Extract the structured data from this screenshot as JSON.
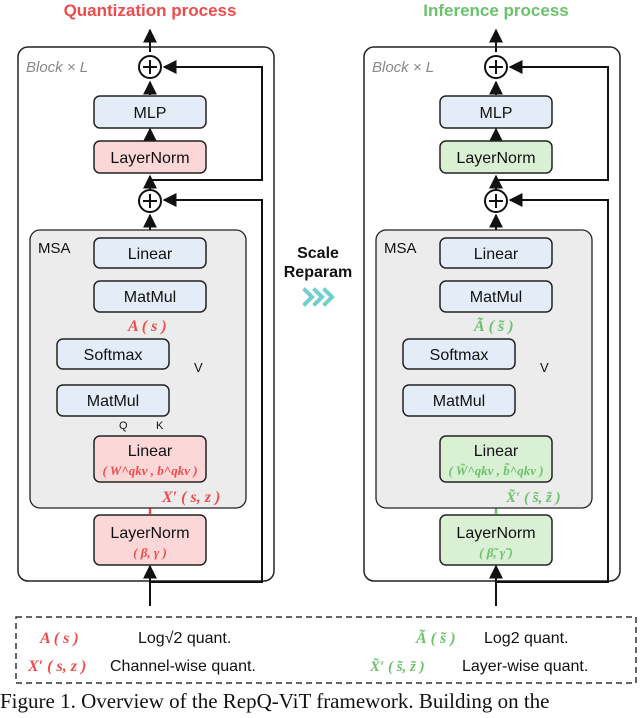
{
  "colors": {
    "red": "#ee4c4c",
    "green": "#6cc16c",
    "blue_fill": "#e4ecf8",
    "red_fill": "#fbd7d7",
    "green_fill": "#d9f0d4",
    "msa_fill": "#ececec",
    "arrow": "#111111",
    "teal": "#70d0cf"
  },
  "quantization": {
    "title": "Quantization process",
    "block_label": "Block × L",
    "mlp": "MLP",
    "layernorm": "LayerNorm",
    "msa": "MSA",
    "linear_out": "Linear",
    "matmul_top": "MatMul",
    "softmax": "Softmax",
    "matmul_bottom": "MatMul",
    "linear_qkv": "Linear",
    "linear_qkv_params": "( W^qkv , b^qkv )",
    "layernorm_in": "LayerNorm",
    "layernorm_in_params": "( β, γ )",
    "attn_quant": "A ( s )",
    "input_quant": "X′ ( s, z )",
    "q": "Q",
    "k": "K",
    "v": "V"
  },
  "inference": {
    "title": "Inference process",
    "block_label": "Block × L",
    "mlp": "MLP",
    "layernorm": "LayerNorm",
    "msa": "MSA",
    "linear_out": "Linear",
    "matmul_top": "MatMul",
    "softmax": "Softmax",
    "matmul_bottom": "MatMul",
    "linear_qkv": "Linear",
    "linear_qkv_params": "( W̃^qkv , b̃^qkv )",
    "layernorm_in": "LayerNorm",
    "layernorm_in_params": "( β̃, γ̃ )",
    "attn_quant": "Ã ( s̃ )",
    "input_quant": "X̃′ ( s̃, z̃ )",
    "v": "V"
  },
  "reparam": {
    "line1": "Scale",
    "line2": "Reparam"
  },
  "legend": {
    "attn_red": "A ( s )",
    "attn_red_desc": "Log√2 quant.",
    "attn_green": "Ã ( s̃ )",
    "attn_green_desc": "Log2 quant.",
    "input_red": "X′ ( s, z )",
    "input_red_desc": "Channel-wise quant.",
    "input_green": "X̃′ ( s̃, z̃ )",
    "input_green_desc": "Layer-wise quant."
  },
  "caption": "Figure 1. Overview of the RepQ-ViT framework. Building on the"
}
